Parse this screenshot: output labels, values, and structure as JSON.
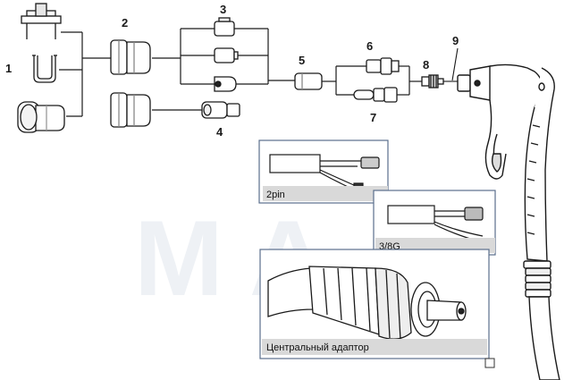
{
  "labels": {
    "n1": "1",
    "n2": "2",
    "n3": "3",
    "n4": "4",
    "n5": "5",
    "n6": "6",
    "n7": "7",
    "n8": "8",
    "n9": "9"
  },
  "insets": {
    "pin2": "2pin",
    "g38": "3/8G",
    "central": "Центральный адаптор"
  }
}
